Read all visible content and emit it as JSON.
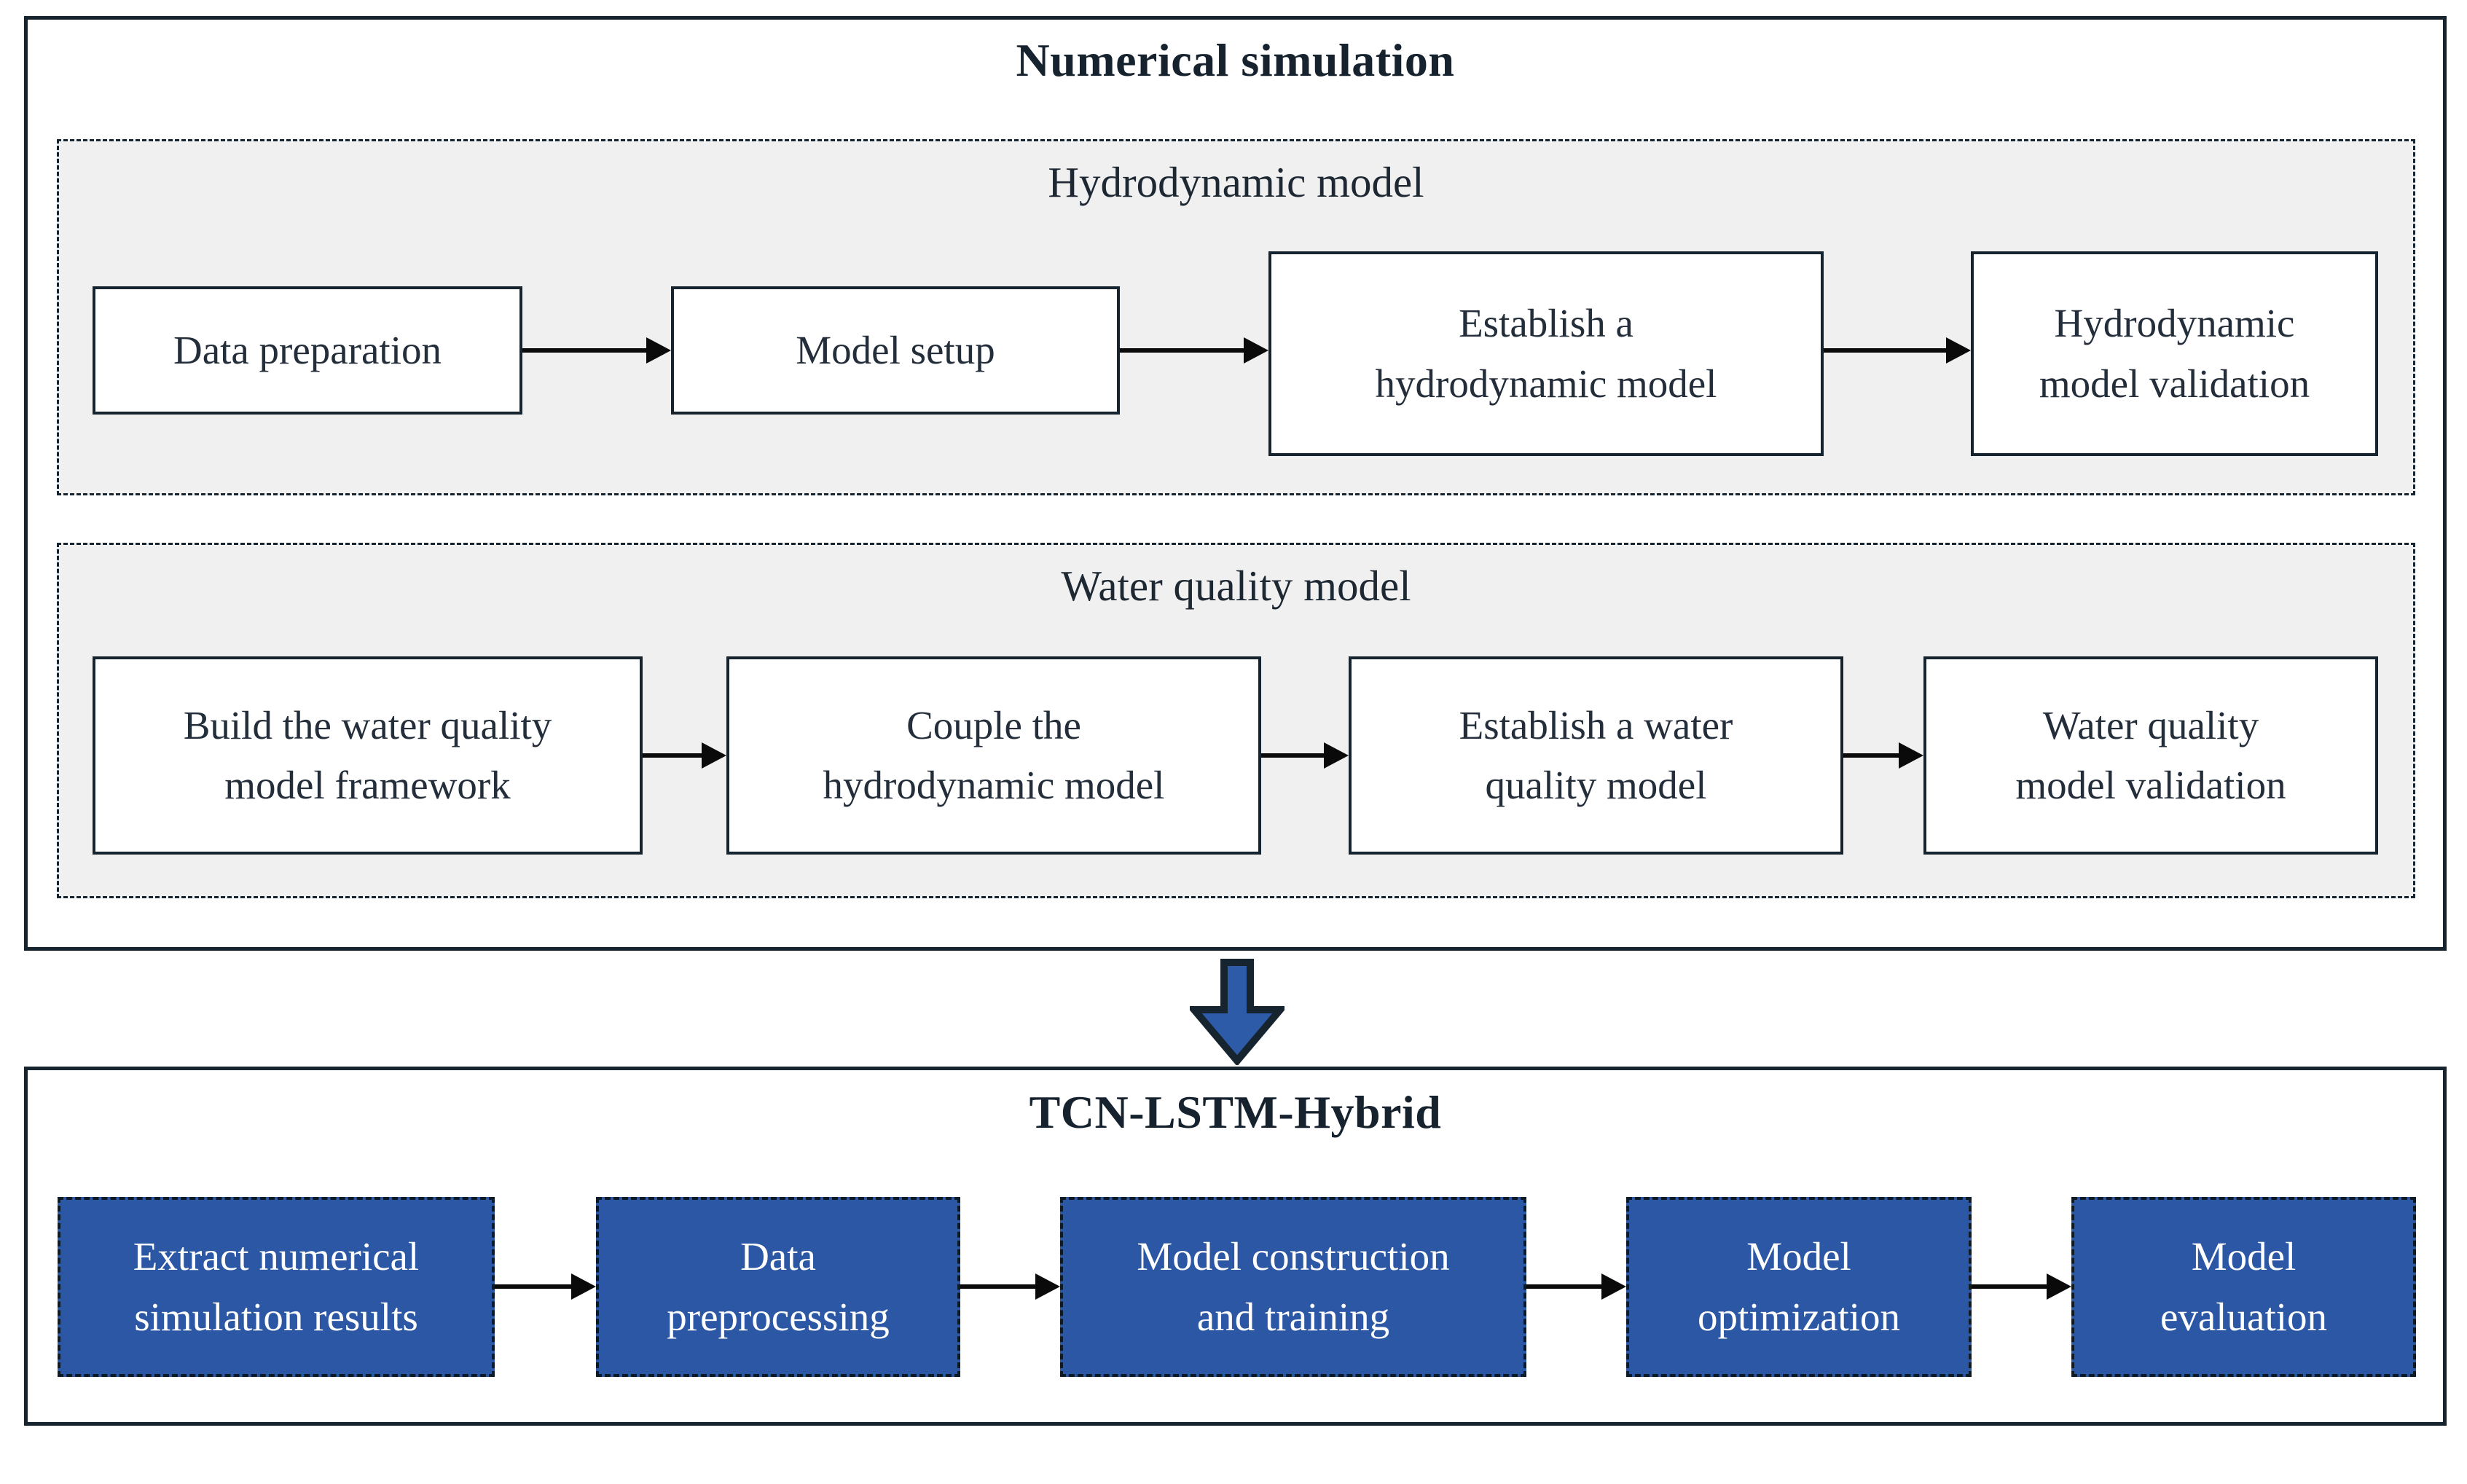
{
  "numerical_simulation": {
    "title": "Numerical simulation",
    "hydrodynamic": {
      "title": "Hydrodynamic model",
      "steps": [
        "Data preparation",
        "Model setup",
        "Establish a\nhydrodynamic model",
        "Hydrodynamic\nmodel validation"
      ]
    },
    "water_quality": {
      "title": "Water quality model",
      "steps": [
        "Build the water quality\nmodel framework",
        "Couple the\nhydrodynamic model",
        "Establish a water\nquality model",
        "Water quality\nmodel validation"
      ]
    }
  },
  "tcn_lstm_hybrid": {
    "title": "TCN-LSTM-Hybrid",
    "steps": [
      "Extract numerical\nsimulation results",
      "Data\npreprocessing",
      "Model construction\nand training",
      "Model\noptimization",
      "Model\nevaluation"
    ]
  },
  "icons": {
    "flow_arrow": "right-arrow-icon",
    "transition_arrow": "big-down-arrow-icon"
  },
  "colors": {
    "outline_dark": "#15242f",
    "panel_background": "#f0f0f1",
    "blue_box_fill": "#2b57a4",
    "big_arrow_fill": "#2e5ba8",
    "connector_black": "#0a0a0a",
    "text_dark": "#232e3a",
    "text_light": "#ffffff"
  }
}
